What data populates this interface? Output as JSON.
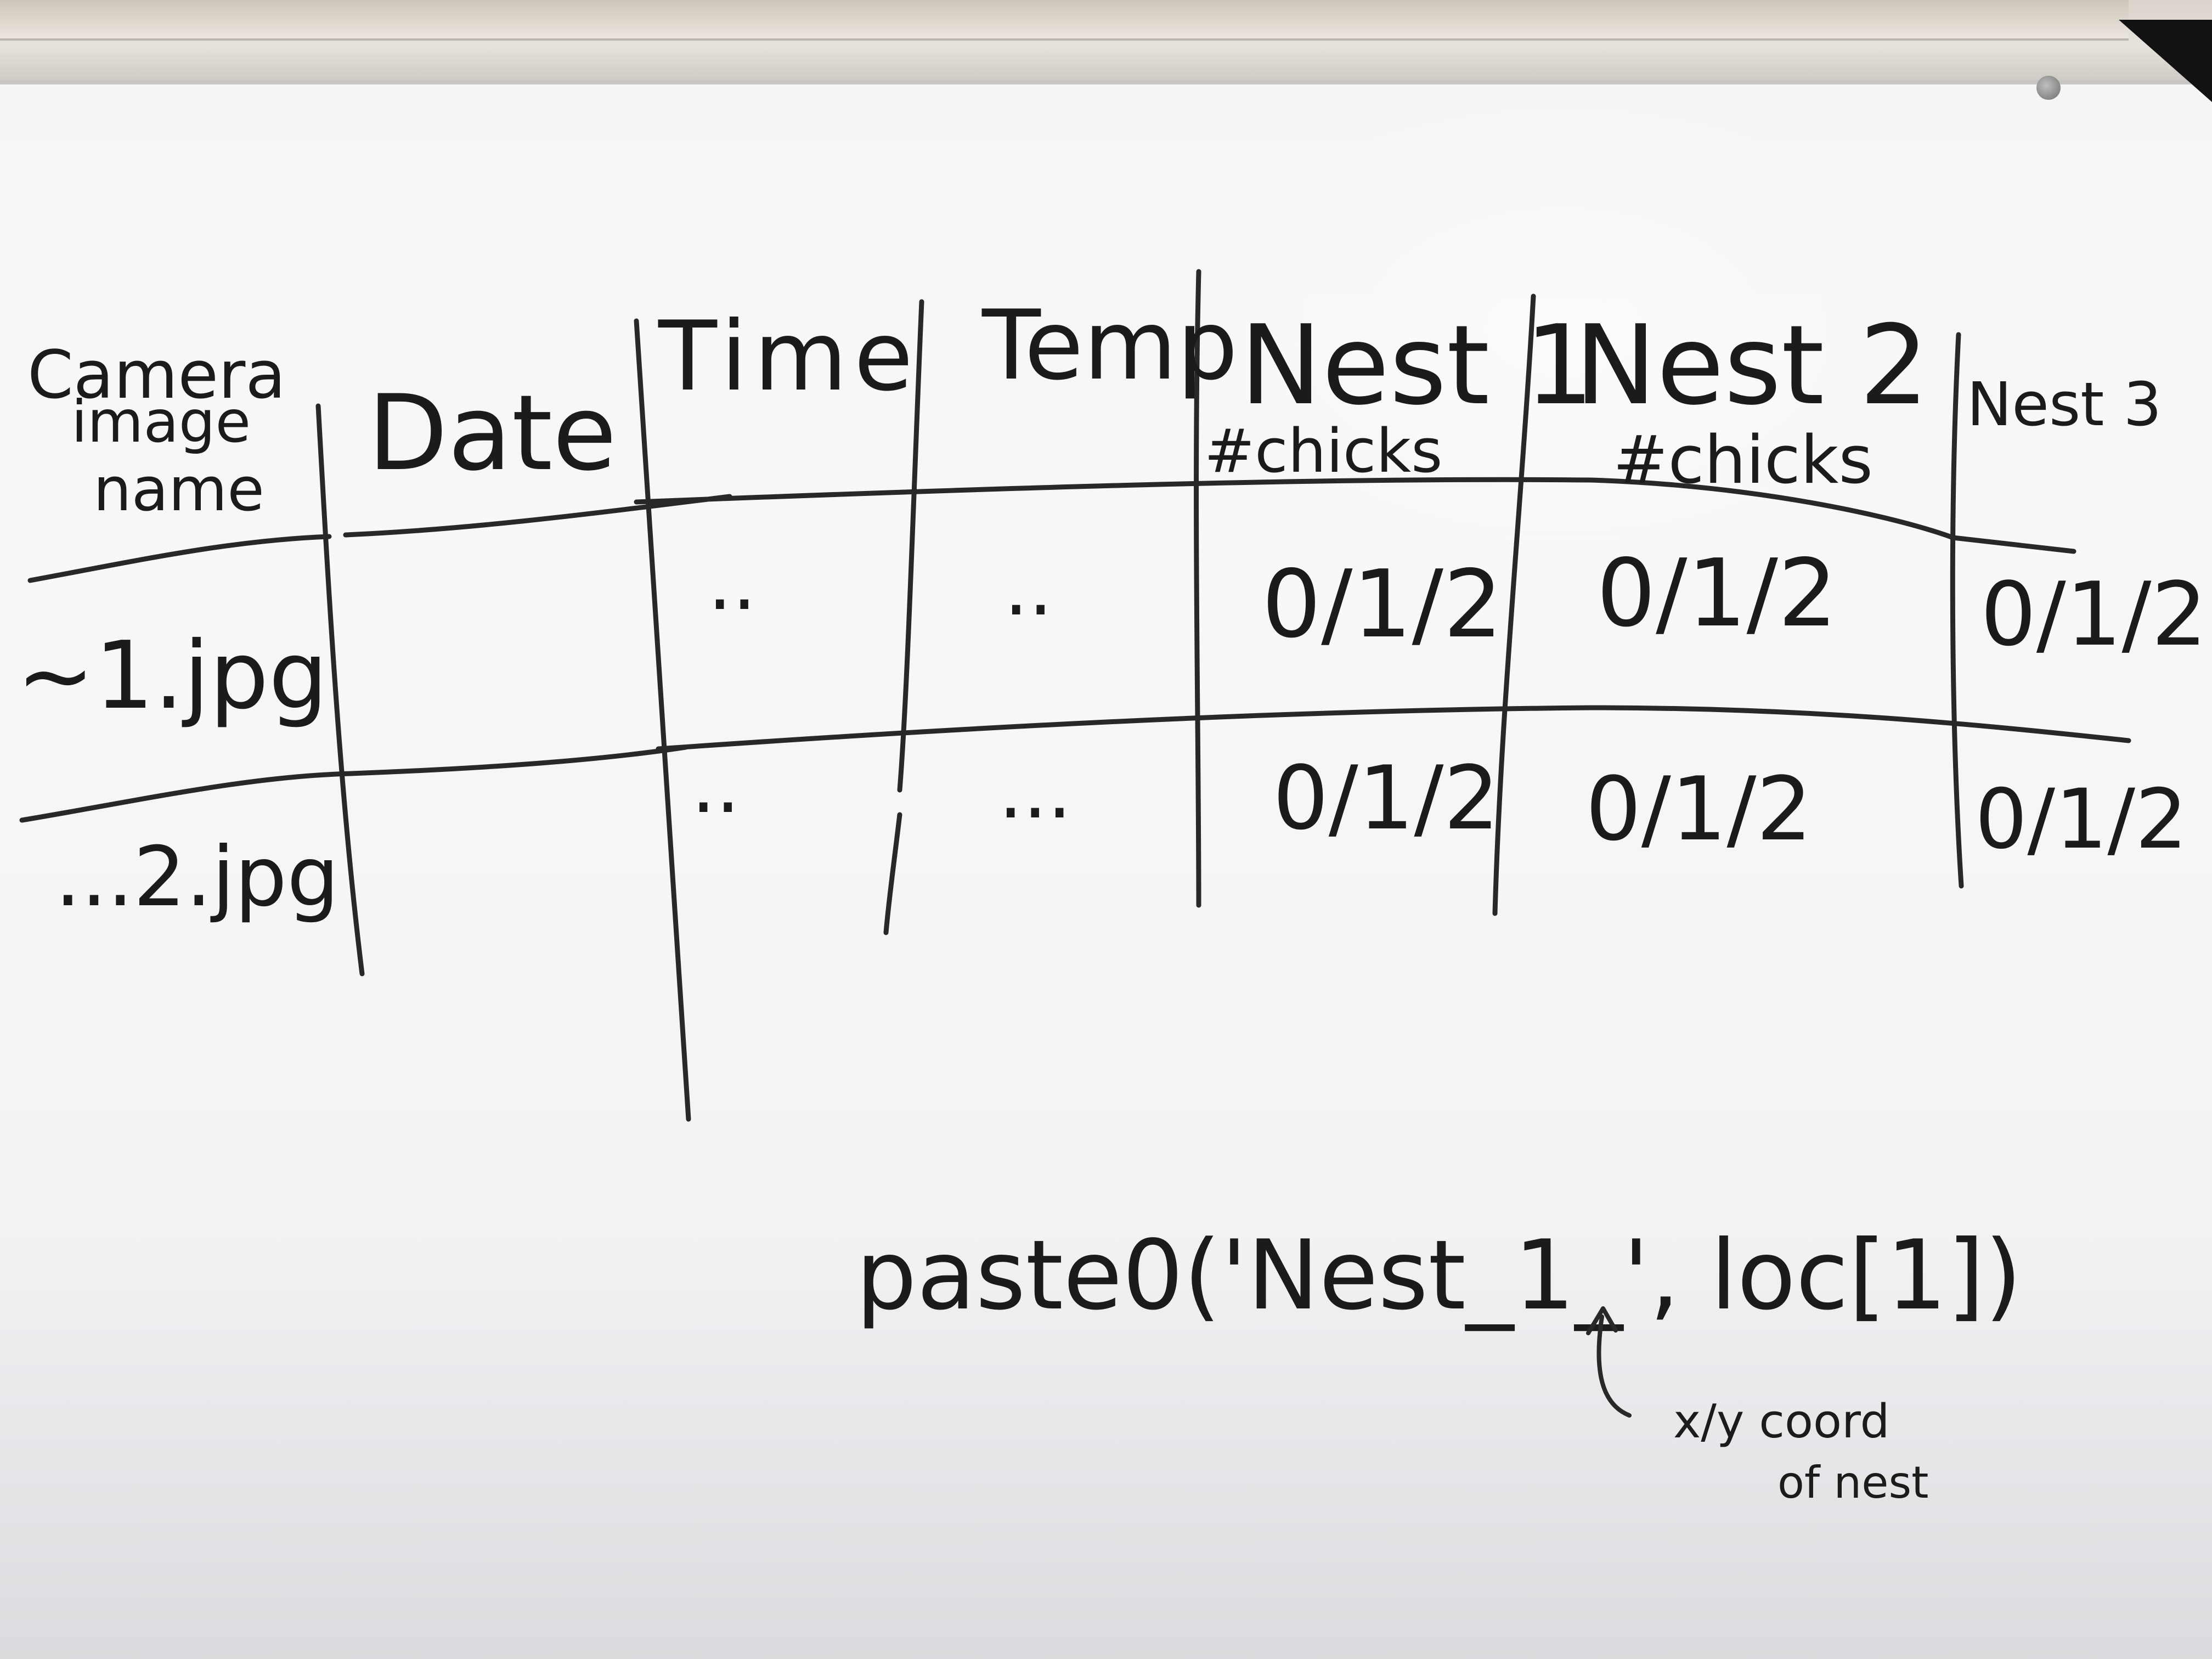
{
  "whiteboard": {
    "table": {
      "headers": {
        "camera_image_name": [
          "Camera",
          "image",
          "name"
        ],
        "date": "Date",
        "time": "Time",
        "temp": "Temp",
        "nest1": "Nest 1",
        "nest1_sub": "#chicks",
        "nest2": "Nest 2",
        "nest2_sub": "#chicks",
        "nest3": "Nest 3"
      },
      "rows": [
        {
          "image_name": "~1.jpg",
          "time": "..",
          "temp": "..",
          "nest1": "0/1/2",
          "nest2": "0/1/2",
          "nest3": "0/1/2"
        },
        {
          "image_name": "...2.jpg",
          "time": "..",
          "temp": "...",
          "nest1": "0/1/2",
          "nest2": "0/1/2",
          "nest3": "0/1/2"
        }
      ]
    },
    "code": "paste0('Nest_1_', loc[1])",
    "annotation": {
      "line1": "x/y coord",
      "line2": "of nest"
    }
  }
}
